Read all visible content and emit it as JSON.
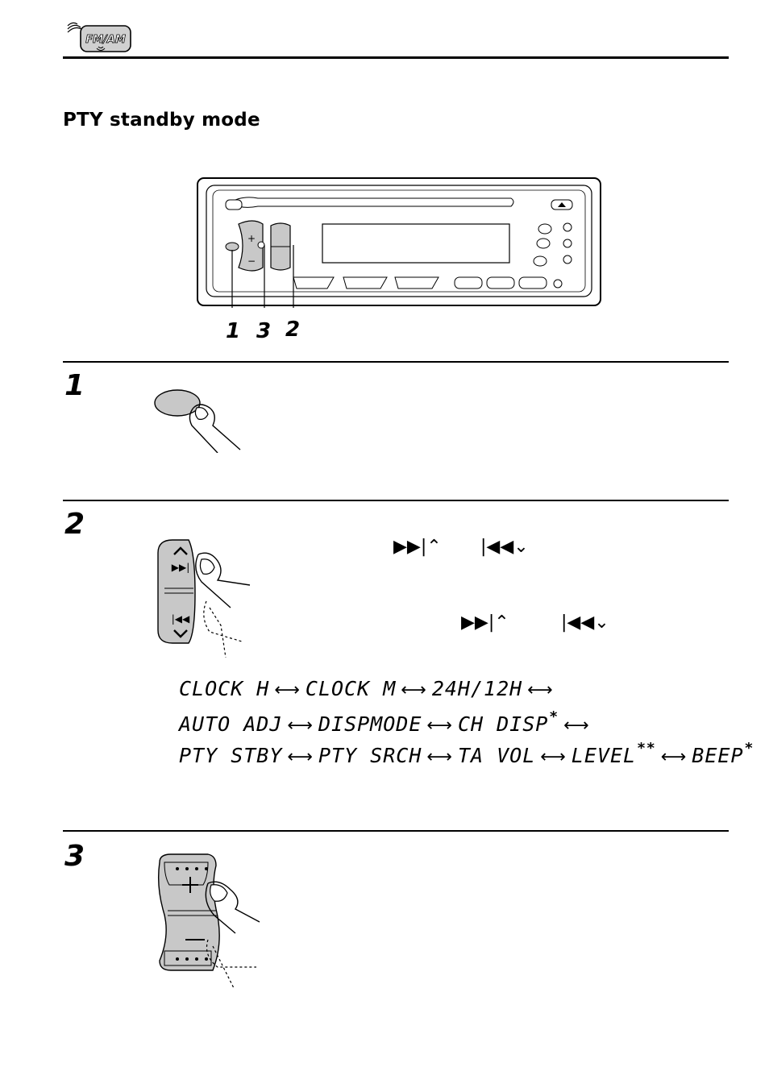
{
  "header": {
    "badge_text": "FM/AM",
    "badge_icon": "fm-am-radio-icon"
  },
  "section": {
    "title": "PTY standby mode"
  },
  "faceplate": {
    "callouts": [
      "1",
      "3",
      "2"
    ]
  },
  "steps": [
    {
      "number": "1"
    },
    {
      "number": "2"
    },
    {
      "number": "3"
    }
  ],
  "menu": {
    "line1": [
      "CLOCK  H",
      "CLOCK  M",
      "24H/12H"
    ],
    "line2": [
      "AUTO ADJ",
      "DISPMODE",
      "CH DISP"
    ],
    "line2_marks": [
      "",
      "",
      "*"
    ],
    "line3": [
      "PTY STBY",
      "PTY SRCH",
      "TA VOL",
      "LEVEL",
      "BEEP"
    ],
    "line3_marks": [
      "",
      "",
      "",
      "**",
      "*"
    ]
  },
  "colors": {
    "button_fill": "#c8c8c8",
    "ink": "#000000"
  }
}
